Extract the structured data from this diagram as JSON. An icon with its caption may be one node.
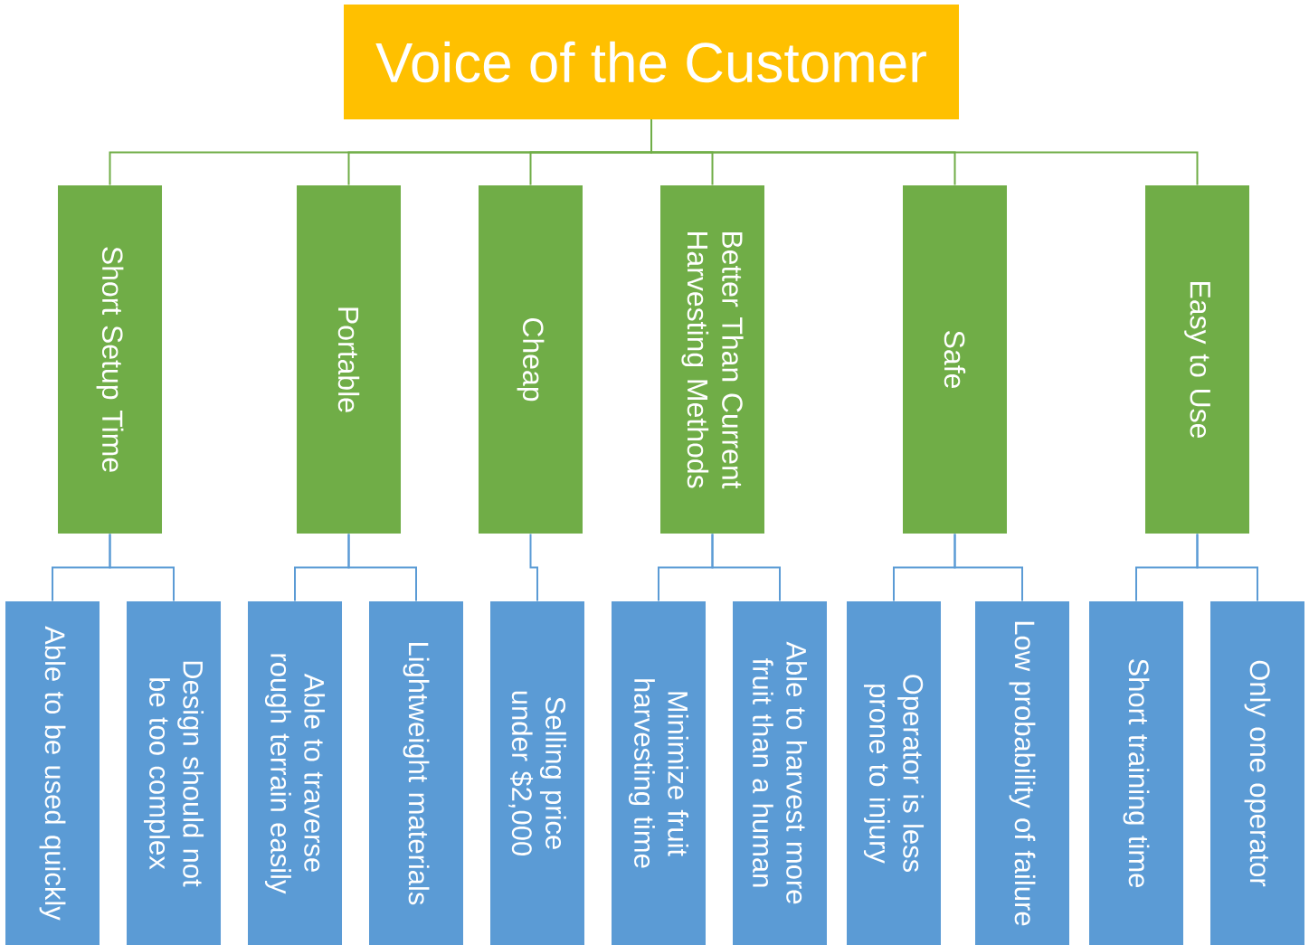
{
  "diagram": {
    "nodes": [
      {
        "text": [
          "Voice of the Customer"
        ]
      },
      {
        "text": [
          "Short Setup Time"
        ]
      },
      {
        "text": [
          "Portable"
        ]
      },
      {
        "text": [
          "Cheap"
        ]
      },
      {
        "text": [
          "Better Than Current Harvesting Methods"
        ]
      },
      {
        "text": [
          "Safe"
        ]
      },
      {
        "text": [
          "Easy to Use"
        ]
      },
      {
        "text": [
          "Able to be used quickly"
        ]
      },
      {
        "text": [
          "Design should not be too complex"
        ]
      },
      {
        "text": [
          "Able to traverse rough terrain easily"
        ]
      },
      {
        "text": [
          "Lightweight materials"
        ]
      },
      {
        "text": [
          "Selling price under $2,000"
        ]
      },
      {
        "text": [
          "Minimize fruit harvesting time"
        ]
      },
      {
        "text": [
          "Able to harvest more fruit than a human"
        ]
      },
      {
        "text": [
          "Operator is less prone to injury"
        ]
      },
      {
        "text": [
          "Low probability of failure"
        ]
      },
      {
        "text": [
          "Short training time"
        ]
      },
      {
        "text": [
          "Only one operator"
        ]
      }
    ],
    "edges": [
      {
        "from": 0,
        "to": 1,
        "arrow": "none",
        "color": "#70ad47"
      },
      {
        "from": 0,
        "to": 2,
        "arrow": "none",
        "color": "#70ad47"
      },
      {
        "from": 0,
        "to": 3,
        "arrow": "none",
        "color": "#70ad47"
      },
      {
        "from": 0,
        "to": 4,
        "arrow": "none",
        "color": "#70ad47"
      },
      {
        "from": 0,
        "to": 5,
        "arrow": "none",
        "color": "#70ad47"
      },
      {
        "from": 0,
        "to": 6,
        "arrow": "none",
        "color": "#70ad47"
      },
      {
        "from": 1,
        "to": 7,
        "arrow": "none"
      },
      {
        "from": 1,
        "to": 8,
        "arrow": "none"
      },
      {
        "from": 2,
        "to": 9,
        "arrow": "none"
      },
      {
        "from": 2,
        "to": 10,
        "arrow": "none"
      },
      {
        "from": 3,
        "to": 11,
        "arrow": "none"
      },
      {
        "from": 4,
        "to": 12,
        "arrow": "none"
      },
      {
        "from": 4,
        "to": 13,
        "arrow": "none"
      },
      {
        "from": 5,
        "to": 14,
        "arrow": "none"
      },
      {
        "from": 5,
        "to": 15,
        "arrow": "none"
      },
      {
        "from": 6,
        "to": 16,
        "arrow": "none"
      },
      {
        "from": 6,
        "to": 17,
        "arrow": "none"
      }
    ]
  }
}
